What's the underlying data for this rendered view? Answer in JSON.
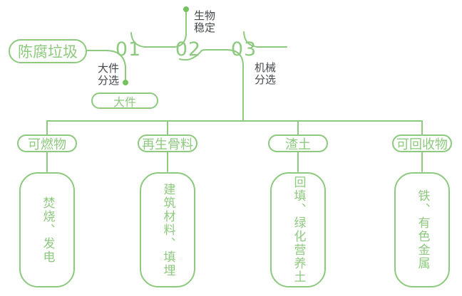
{
  "colors": {
    "green": "#8dc97e",
    "dot": "#72c35c",
    "text_dark": "#45484b",
    "background": "#ffffff"
  },
  "diagram": {
    "source": {
      "label": "陈腐垃圾"
    },
    "steps": [
      {
        "number": "01",
        "branch_label": [
          "大件",
          "分选"
        ],
        "branch_output": "大件"
      },
      {
        "number": "02",
        "branch_label": [
          "生物",
          "稳定"
        ]
      },
      {
        "number": "03",
        "branch_label": [
          "机械",
          "分选"
        ]
      }
    ],
    "outputs": [
      {
        "category": "可燃物",
        "result": "焚烧、发电"
      },
      {
        "category": "再生骨料",
        "result": "建筑材料、填埋"
      },
      {
        "category": "渣土",
        "result": "回填、绿化营养土"
      },
      {
        "category": "可回收物",
        "result": "铁、有色金属"
      }
    ]
  }
}
